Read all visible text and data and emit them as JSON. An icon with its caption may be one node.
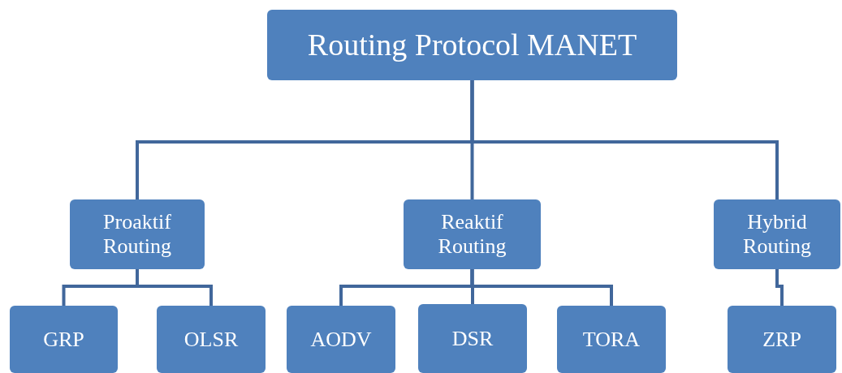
{
  "diagram": {
    "nodes": [
      {
        "text": [
          "Routing Protocol MANET"
        ]
      },
      {
        "text": [
          "Proaktif Routing"
        ]
      },
      {
        "text": [
          "Reaktif Routing"
        ]
      },
      {
        "text": [
          "Hybrid Routing"
        ]
      },
      {
        "text": [
          "GRP"
        ]
      },
      {
        "text": [
          "OLSR"
        ]
      },
      {
        "text": [
          "AODV"
        ]
      },
      {
        "text": [
          "DSR"
        ]
      },
      {
        "text": [
          "TORA"
        ]
      },
      {
        "text": [
          "ZRP"
        ]
      }
    ],
    "edges": [
      {
        "from": 0,
        "to": 1,
        "arrow": "none"
      },
      {
        "from": 0,
        "to": 2,
        "arrow": "none"
      },
      {
        "from": 0,
        "to": 3,
        "arrow": "none"
      },
      {
        "from": 1,
        "to": 4,
        "arrow": "none"
      },
      {
        "from": 1,
        "to": 5,
        "arrow": "none"
      },
      {
        "from": 2,
        "to": 6,
        "arrow": "none"
      },
      {
        "from": 2,
        "to": 7,
        "arrow": "none"
      },
      {
        "from": 2,
        "to": 8,
        "arrow": "none"
      },
      {
        "from": 3,
        "to": 9,
        "arrow": "none"
      }
    ]
  }
}
